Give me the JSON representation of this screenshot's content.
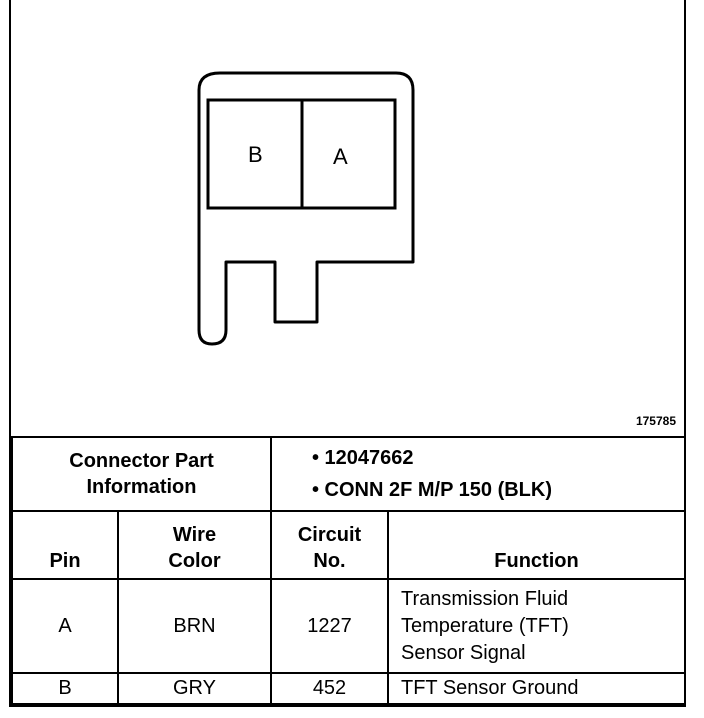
{
  "diagram": {
    "figure_id": "175785",
    "cavities": [
      "B",
      "A"
    ]
  },
  "connector_info": {
    "label_line1": "Connector Part",
    "label_line2": "Information",
    "part_number": "• 12047662",
    "connector_desc": "• CONN 2F M/P 150 (BLK)"
  },
  "pin_table": {
    "headers": {
      "pin": "Pin",
      "wire_color_l1": "Wire",
      "wire_color_l2": "Color",
      "circuit_l1": "Circuit",
      "circuit_l2": "No.",
      "function": "Function"
    },
    "rows": [
      {
        "pin": "A",
        "wire_color": "BRN",
        "circuit": "1227",
        "function_l1": "Transmission Fluid",
        "function_l2": "Temperature (TFT)",
        "function_l3": "Sensor Signal"
      },
      {
        "pin": "B",
        "wire_color": "GRY",
        "circuit": "452",
        "function_l1": "TFT Sensor Ground"
      }
    ]
  }
}
